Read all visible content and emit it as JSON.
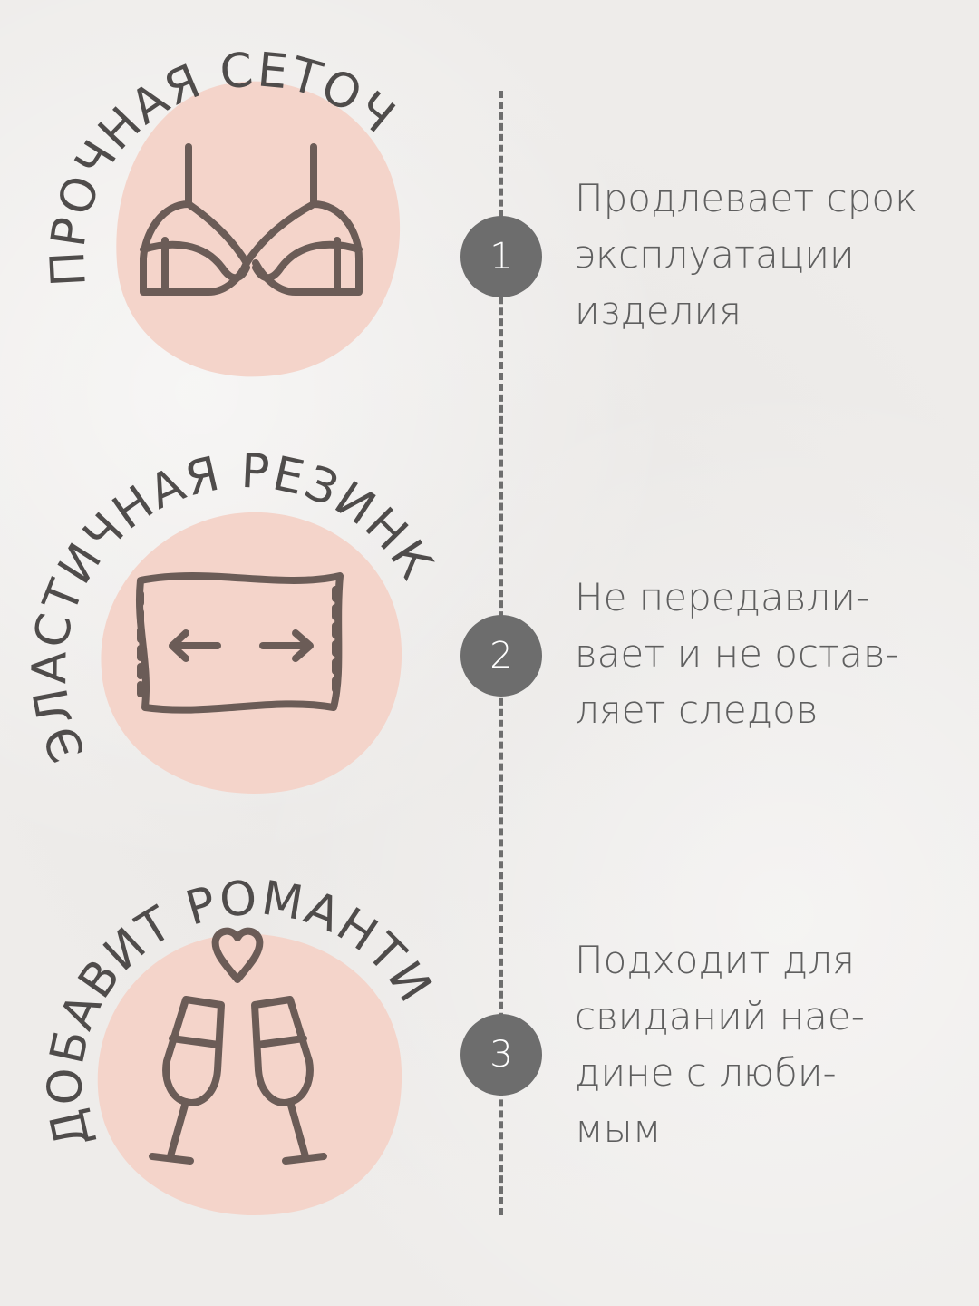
{
  "features": [
    {
      "label": "ПРОЧНАЯ СЕТОЧКА",
      "number": "1",
      "icon": "bra-icon",
      "description": "Продлевает срок\nэксплуатации\nизделия"
    },
    {
      "label": "ЭЛАСТИЧНАЯ РЕЗИНКА",
      "number": "2",
      "icon": "stretch-band-icon",
      "description": "Не передавли-\nвает и не остав-\nляет следов"
    },
    {
      "label": "ДОБАВИТ РОМАНТИКИ",
      "number": "3",
      "icon": "champagne-glasses-heart-icon",
      "description": "Подходит для\nсвиданий нае-\nдине с люби-\nмым"
    }
  ],
  "colors": {
    "blob": "#f4d4ca",
    "icon_stroke": "#6b5c57",
    "badge": "#6d6d6d",
    "text": "#5f5f5f",
    "timeline": "#6e6e6e"
  }
}
